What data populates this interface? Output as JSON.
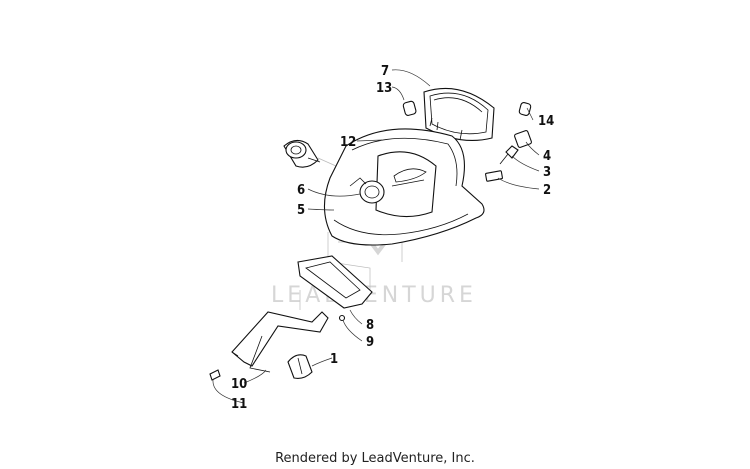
{
  "watermark": "LEADVENTURE",
  "footer": "Rendered by LeadVenture, Inc.",
  "callouts": [
    "7",
    "13",
    "12",
    "14",
    "4",
    "3",
    "2",
    "6",
    "5",
    "8",
    "9",
    "1",
    "10",
    "11"
  ]
}
